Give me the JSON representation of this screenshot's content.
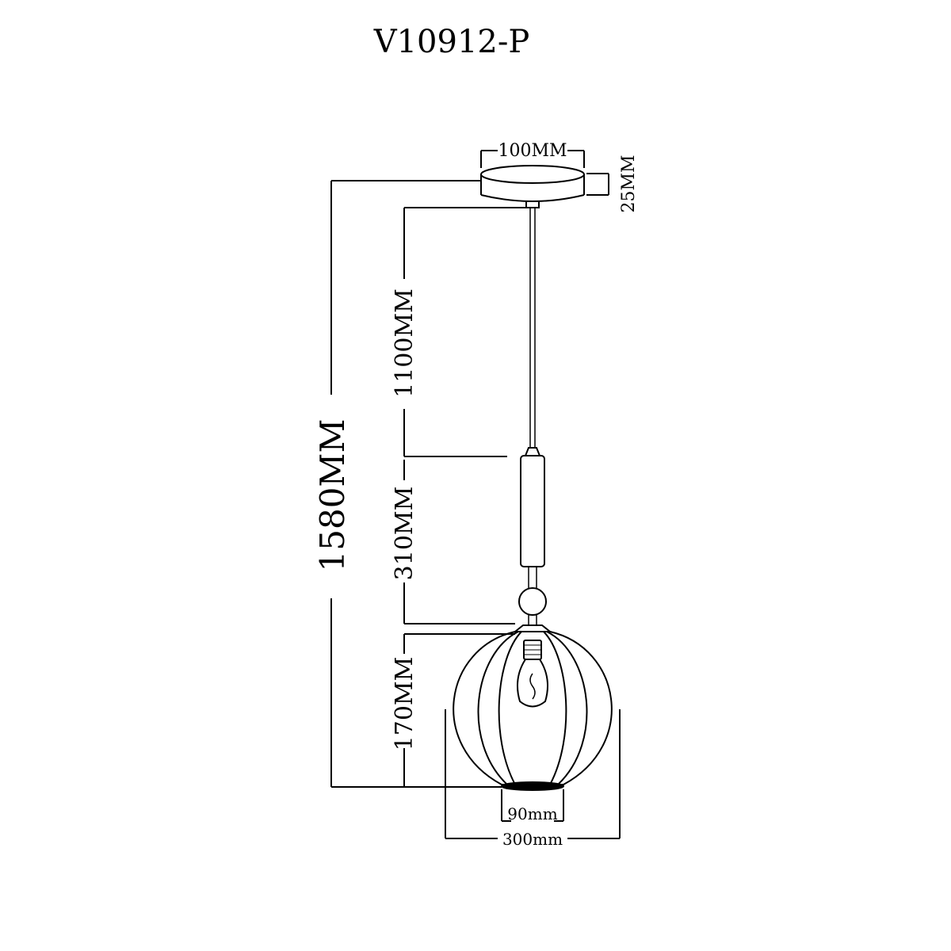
{
  "title": "V10912-P",
  "dimensions": {
    "canopy_width": "100MM",
    "canopy_height": "25MM",
    "total_height": "1580MM",
    "cable_length": "1100MM",
    "rod_length": "310MM",
    "shade_height": "170MM",
    "bottom_opening": "90mm",
    "shade_diameter": "300mm"
  },
  "colors": {
    "line": "#000000",
    "background": "#ffffff"
  }
}
